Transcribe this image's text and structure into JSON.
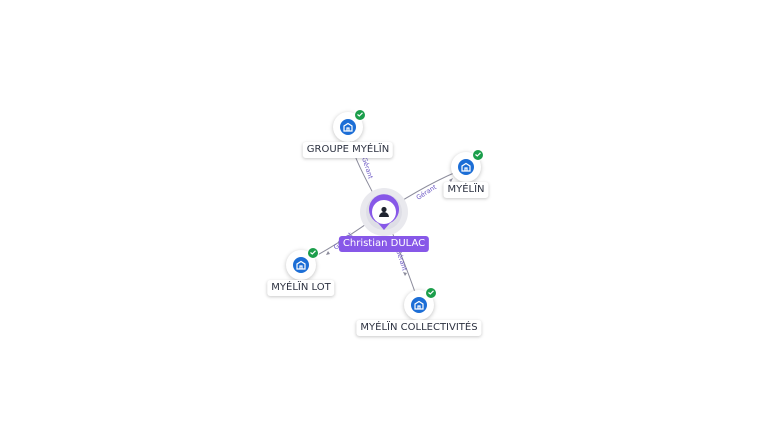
{
  "center": {
    "name": "Christian DULAC",
    "icon": "person-icon",
    "color": "#8758e8"
  },
  "nodes": [
    {
      "id": "groupe",
      "label": "GROUPE MYÉLÏN",
      "relation": "Gérant",
      "icon": "company-icon",
      "status_icon": "verified-check-icon"
    },
    {
      "id": "myelin",
      "label": "MYÉLÏN",
      "relation": "Gérant",
      "icon": "company-icon",
      "status_icon": "verified-check-icon"
    },
    {
      "id": "lot",
      "label": "MYÉLÏN LOT",
      "relation": "Gérant",
      "icon": "company-icon",
      "status_icon": "verified-check-icon"
    },
    {
      "id": "collectivites",
      "label": "MYÉLÏN COLLECTIVITÉS",
      "relation": "Gérant",
      "icon": "company-icon",
      "status_icon": "verified-check-icon"
    }
  ],
  "colors": {
    "company": "#1c6ed6",
    "check": "#1b9e4b",
    "edge_label": "#6a55c4"
  }
}
